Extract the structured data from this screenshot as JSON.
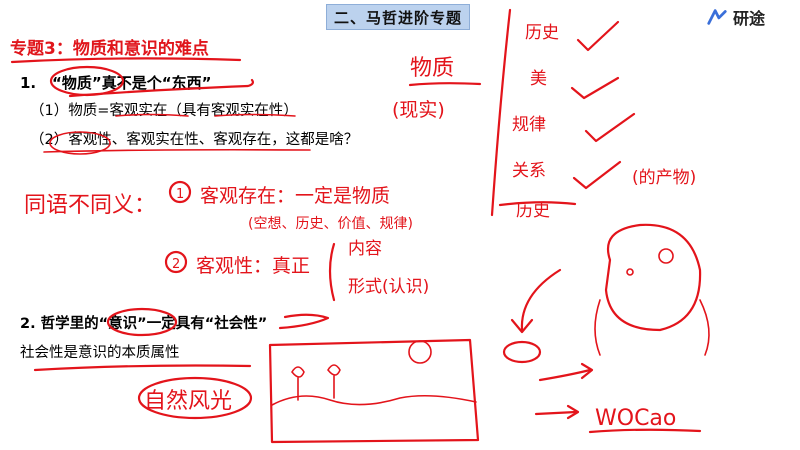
{
  "header": {
    "banner": "二、马哲进阶专题"
  },
  "logo": {
    "name": "研途"
  },
  "topic": {
    "title": "专题3：物质和意识的难点"
  },
  "section1": {
    "num": "1.",
    "heading": "“物质”真不是个“东西”",
    "point1": "（1）物质=客观实在（具有客观实在性）",
    "point2": "（2）客观性、客观实在性、客观存在，这都是啥？"
  },
  "section2": {
    "heading": "2. 哲学里的“意识”一定具有“社会性”",
    "note": "社会性是意识的本质属性"
  },
  "annotations": {
    "wuzhi": "物质",
    "xianshi": "(现实)",
    "tonggai": "同语不同义：",
    "keguan_cunzai": "客观存在：一定是物质",
    "keguan_examples": "(空想、历史、价值、规律)",
    "keguan_xing": "客观性：真正",
    "neirong": "内容",
    "xingshi": "形式(认识)",
    "list_1": "历史",
    "list_2": "美",
    "list_3": "规律",
    "list_4": "关系",
    "list_5": "历史",
    "list_note": "(的产物)",
    "wocao": "WOCao",
    "ziran": "自然风光"
  },
  "colors": {
    "ink": "#e3141b",
    "topic": "#e0161c",
    "banner": "#bcd2ee"
  }
}
